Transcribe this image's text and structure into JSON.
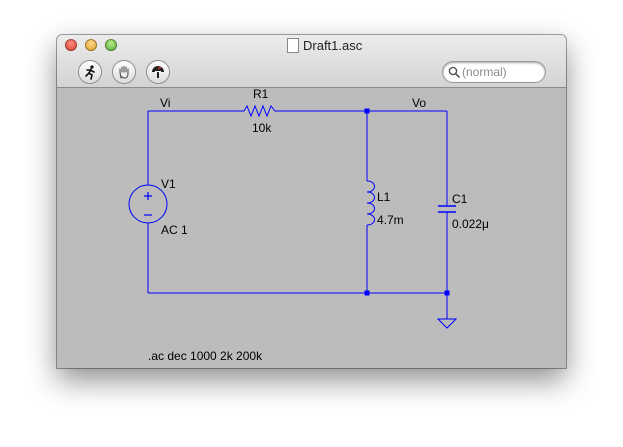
{
  "window": {
    "title": "Draft1.asc"
  },
  "toolbar": {
    "run_icon": "running-man-icon",
    "halt_icon": "hand-icon",
    "probe_icon": "voltmeter-probe-icon"
  },
  "search": {
    "placeholder": "(normal)"
  },
  "schematic": {
    "net_vi": "Vi",
    "net_vo": "Vo",
    "resistor": {
      "name": "R1",
      "value": "10k"
    },
    "source": {
      "name": "V1",
      "value": "AC 1"
    },
    "inductor": {
      "name": "L1",
      "value": "4.7m"
    },
    "capacitor": {
      "name": "C1",
      "value": "0.022μ"
    },
    "directive": ".ac dec 1000 2k 200k",
    "wire_color": "#0000ff"
  }
}
